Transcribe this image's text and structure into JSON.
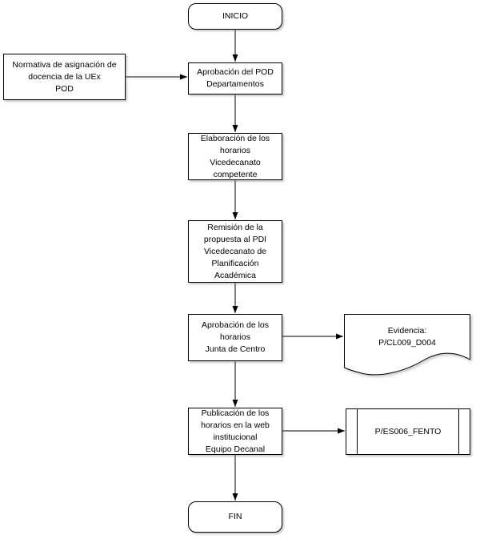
{
  "diagram": {
    "language": "es",
    "colors": {
      "background": "#ffffff",
      "shape_fill": "#ffffff",
      "stroke": "#000000",
      "text": "#000000",
      "shadow": "rgba(130,130,145,0.45)"
    },
    "nodes": {
      "inicio": {
        "type": "terminator",
        "label": "INICIO"
      },
      "normativa": {
        "type": "process",
        "label": "Normativa de asignación de\ndocencia de la UEx\nPOD"
      },
      "aprobacion_pod": {
        "type": "process",
        "label": "Aprobación del POD\nDepartamentos"
      },
      "elaboracion": {
        "type": "process",
        "label": "Elaboración de los\nhorarios\nVicedecanato\ncompetente"
      },
      "remision": {
        "type": "process",
        "label": "Remisión de la\npropuesta al PDI\nVicedecanato de\nPlanificación\nAcadémica"
      },
      "aprobacion_horarios": {
        "type": "process",
        "label": "Aprobación de los\nhorarios\nJunta de Centro"
      },
      "evidencia": {
        "type": "document",
        "label": "Evidencia:\nP/CL009_D004"
      },
      "publicacion": {
        "type": "process",
        "label": "Publicación de los\nhorarios en la web\ninstitucional\nEquipo Decanal"
      },
      "fento": {
        "type": "predefined-process",
        "label": "P/ES006_FENTO"
      },
      "fin": {
        "type": "terminator",
        "label": "FIN"
      }
    },
    "edges": [
      {
        "from": "inicio",
        "to": "aprobacion_pod"
      },
      {
        "from": "normativa",
        "to": "aprobacion_pod"
      },
      {
        "from": "aprobacion_pod",
        "to": "elaboracion"
      },
      {
        "from": "elaboracion",
        "to": "remision"
      },
      {
        "from": "remision",
        "to": "aprobacion_horarios"
      },
      {
        "from": "aprobacion_horarios",
        "to": "evidencia"
      },
      {
        "from": "aprobacion_horarios",
        "to": "publicacion"
      },
      {
        "from": "publicacion",
        "to": "fento"
      },
      {
        "from": "publicacion",
        "to": "fin"
      }
    ]
  }
}
